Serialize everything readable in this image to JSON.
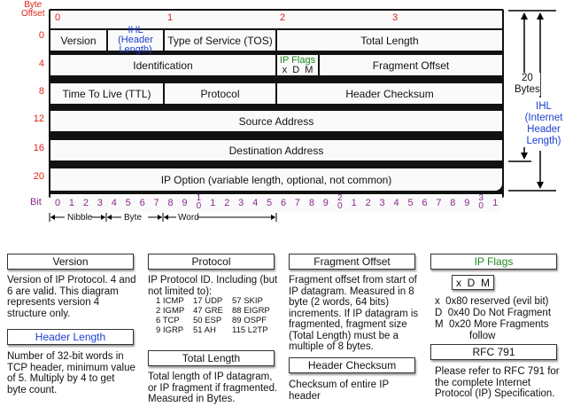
{
  "header": {
    "byte_offset_label": "Byte\nOffset"
  },
  "byte_markers": [
    "0",
    "1",
    "2",
    "3"
  ],
  "row_offsets": [
    "0",
    "4",
    "8",
    "12",
    "16",
    "20"
  ],
  "fields": {
    "version": "Version",
    "ihl": "IHL (Header Length)",
    "tos": "Type of Service (TOS)",
    "total_length": "Total Length",
    "identification": "Identification",
    "ip_flags": "IP Flags",
    "ip_flags_bits": "x  D  M",
    "fragment_offset": "Fragment Offset",
    "ttl": "Time To Live (TTL)",
    "protocol": "Protocol",
    "header_checksum": "Header Checksum",
    "source_address": "Source Address",
    "destination_address": "Destination Address",
    "ip_option": "IP Option (variable length, optional, not common)"
  },
  "side": {
    "twenty_bytes": "20\nBytes",
    "ihl_label": "IHL\n(Internet\nHeader\nLength)"
  },
  "bit_label": "Bit",
  "bits": [
    "0",
    "1",
    "2",
    "3",
    "4",
    "5",
    "6",
    "7",
    "8",
    "9",
    "1\n0",
    "1",
    "2",
    "3",
    "4",
    "5",
    "6",
    "7",
    "8",
    "9",
    "2\n0",
    "1",
    "2",
    "3",
    "4",
    "5",
    "6",
    "7",
    "8",
    "9",
    "3\n0",
    "1"
  ],
  "scale": {
    "nibble": "Nibble",
    "byte": "Byte",
    "word": "Word"
  },
  "legend": {
    "version": {
      "title": "Version",
      "text": "Version of IP Protocol.  4 and 6 are valid.  This diagram represents version 4 structure only."
    },
    "header_length": {
      "title": "Header Length",
      "text": "Number of 32-bit words in TCP header, minimum value of 5.  Multiply by 4 to get byte count."
    },
    "protocol": {
      "title": "Protocol",
      "text": "IP Protocol ID.  Including (but not limited to):",
      "ids": [
        [
          "1 ICMP",
          "17 UDP",
          "57 SKIP"
        ],
        [
          "2 IGMP",
          "47 GRE",
          "88 EIGRP"
        ],
        [
          "6 TCP",
          "50 ESP",
          "89 OSPF"
        ],
        [
          "9 IGRP",
          "51 AH",
          "115 L2TP"
        ]
      ]
    },
    "total_length": {
      "title": "Total Length",
      "text": "Total length of IP datagram, or IP fragment if fragmented.  Measured in Bytes."
    },
    "fragment_offset": {
      "title": "Fragment Offset",
      "text": "Fragment offset from start of IP datagram.  Measured in 8 byte (2 words, 64 bits) increments.  If IP datagram is fragmented, fragment size (Total Length) must be a multiple of 8 bytes."
    },
    "header_checksum": {
      "title": "Header Checksum",
      "text": "Checksum of entire IP header"
    },
    "ip_flags": {
      "title": "IP Flags",
      "bits": "x  D  M",
      "lines": [
        "x  0x80 reserved (evil bit)",
        "D  0x40 Do Not Fragment",
        "M  0x20 More Fragments",
        "follow"
      ]
    },
    "rfc": {
      "title": "RFC 791",
      "text": "Please refer to RFC 791 for the complete Internet Protocol (IP) Specification."
    }
  },
  "colors": {
    "red": "#e0231a",
    "purple": "#8b2a8e",
    "blue": "#1b3fcf",
    "green": "#1f8a1f"
  }
}
